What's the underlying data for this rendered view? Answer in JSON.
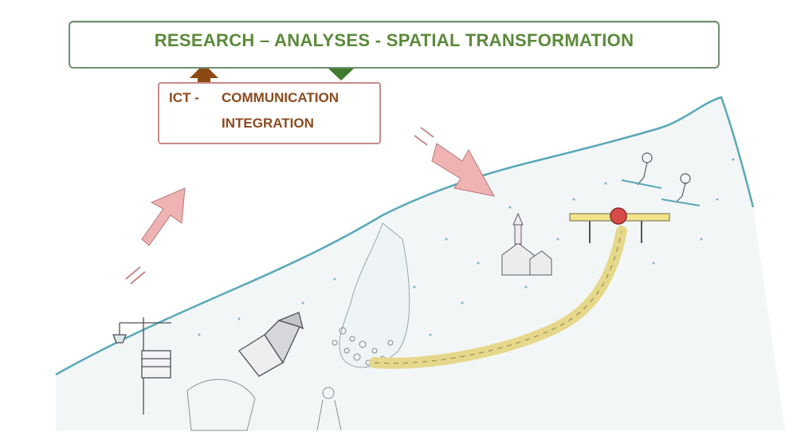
{
  "banner": {
    "text": "RESEARCH – ANALYSES - SPATIAL TRANSFORMATION"
  },
  "ict_box": {
    "prefix": "ICT -",
    "line1": "COMMUNICATION",
    "line2": "INTEGRATION"
  },
  "colors": {
    "banner_text": "#5b8a3a",
    "ict_text": "#8a4a1e",
    "up_arrow": "#8b4a14",
    "down_arrow": "#3f7a2f",
    "mountain_ridge": "#5aa8b8",
    "pink_arrow": "#e8a0a0",
    "road": "#e6d88a"
  },
  "icons": [
    "up-arrow-icon",
    "down-arrow-icon",
    "pink-arrow-up-icon",
    "pink-arrow-down-icon",
    "weather-station-icon",
    "camera-icon",
    "village-icon",
    "barrier-icon",
    "skiers-icon"
  ]
}
